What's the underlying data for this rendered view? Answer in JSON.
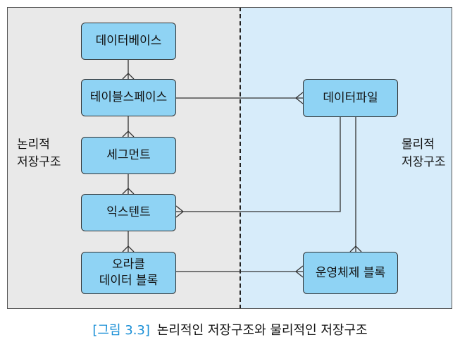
{
  "entities": {
    "database": "데이터베이스",
    "tablespace": "테이블스페이스",
    "segment": "세그먼트",
    "extent": "익스텐트",
    "oracle_block_line1": "오라클",
    "oracle_block_line2": "데이터 블록",
    "datafile": "데이터파일",
    "os_block": "운영체제 블록"
  },
  "side_labels": {
    "logical_line1": "논리적",
    "logical_line2": "저장구조",
    "physical_line1": "물리적",
    "physical_line2": "저장구조"
  },
  "caption": {
    "figure_number": "[그림 3.3]",
    "text": "논리적인 저장구조와 물리적인 저장구조"
  },
  "colors": {
    "logical_bg": "#e9e9e9",
    "physical_bg": "#d7ecfa",
    "box_fill": "#8fd3f4",
    "caption_accent": "#1a8fd6"
  }
}
